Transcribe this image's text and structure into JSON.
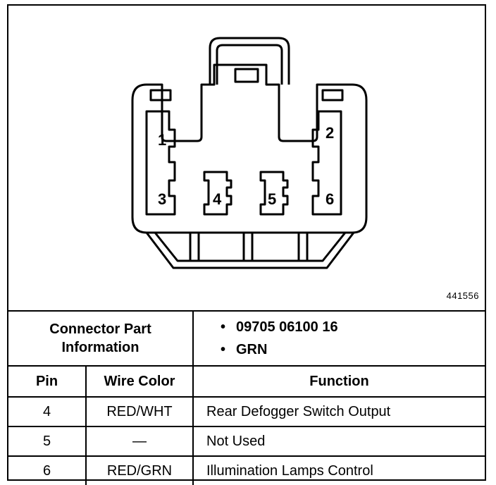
{
  "diagram": {
    "figure_number": "441556",
    "pins": [
      {
        "label": "1"
      },
      {
        "label": "2"
      },
      {
        "label": "3"
      },
      {
        "label": "4"
      },
      {
        "label": "5"
      },
      {
        "label": "6"
      }
    ]
  },
  "table": {
    "part_label_line1": "Connector Part",
    "part_label_line2": "Information",
    "part_values": [
      "09705 06100 16",
      "GRN"
    ],
    "bullet": "•",
    "headers": {
      "pin": "Pin",
      "wire": "Wire Color",
      "function": "Function"
    },
    "rows": [
      {
        "pin": "4",
        "wire": "RED/WHT",
        "function": "Rear Defogger Switch Output"
      },
      {
        "pin": "5",
        "wire": "—",
        "function": "Not Used"
      },
      {
        "pin": "6",
        "wire": "RED/GRN",
        "function": "Illumination Lamps Control"
      }
    ]
  }
}
